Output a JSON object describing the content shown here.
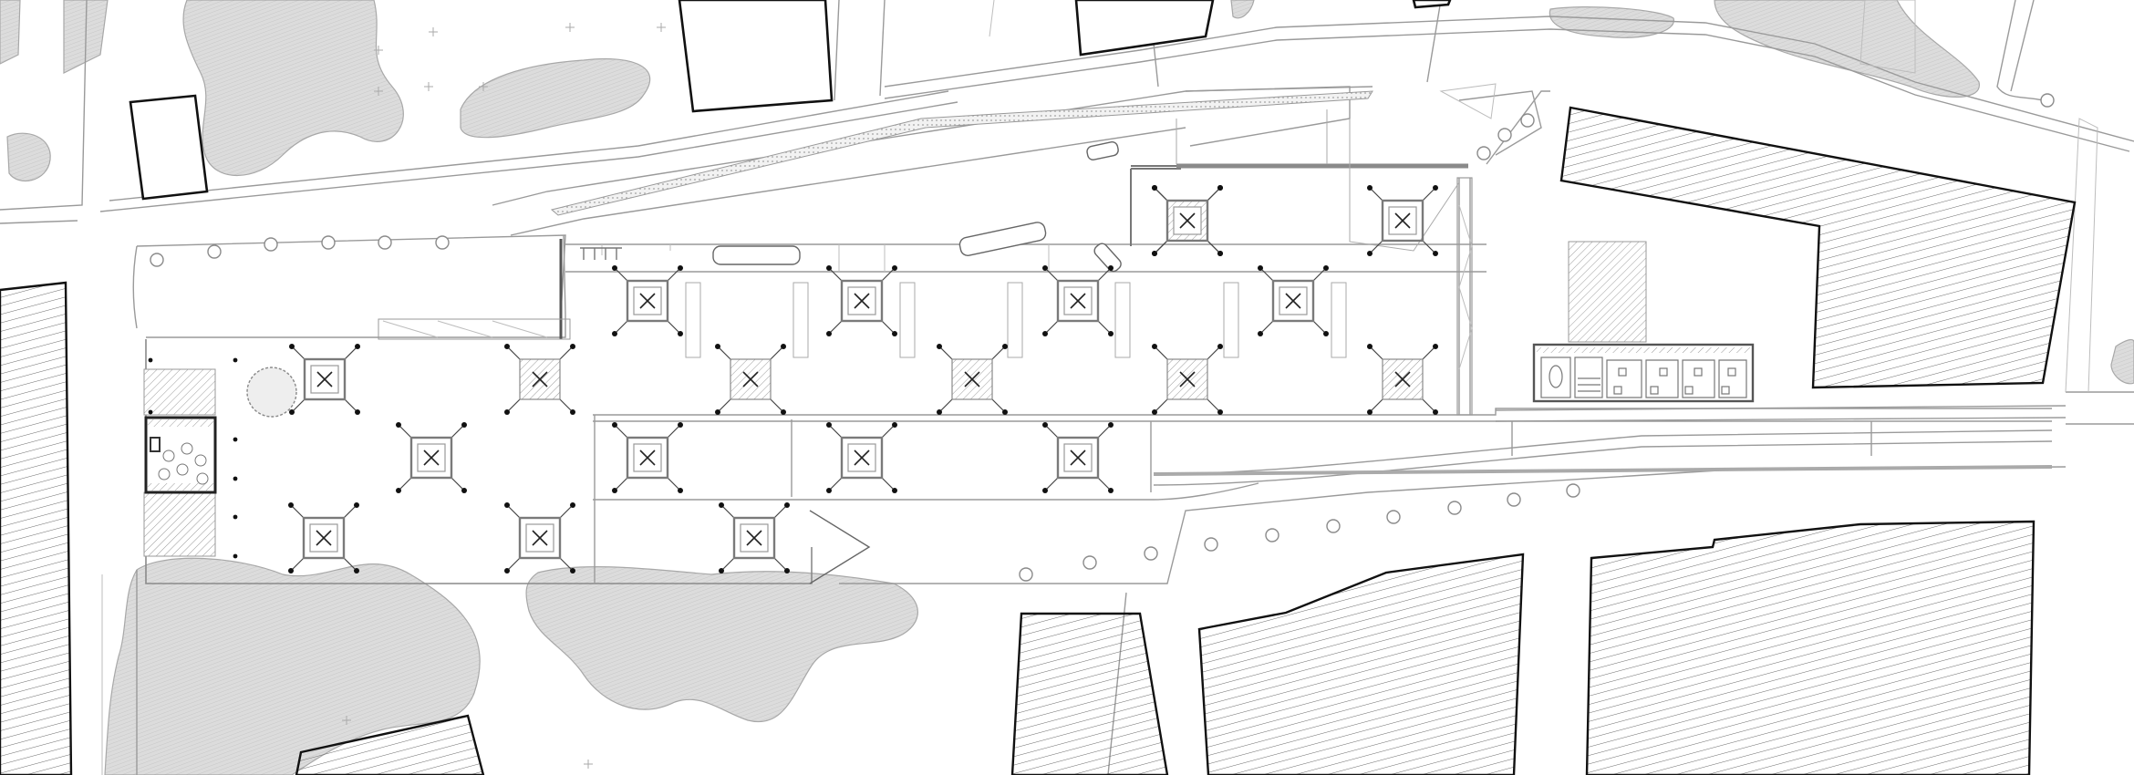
{
  "drawing": {
    "type": "site-plan",
    "has_text_labels": false,
    "colors": {
      "background": "#ffffff",
      "linework": "#9a9a9a",
      "building_outline": "#111111",
      "vegetation": "#d6d6d6"
    },
    "canopy_modules": [
      {
        "id": "c1",
        "style": "framed"
      },
      {
        "id": "c2",
        "style": "framed"
      },
      {
        "id": "c3",
        "style": "framed"
      },
      {
        "id": "c4",
        "style": "framed"
      },
      {
        "id": "c5",
        "style": "framed"
      },
      {
        "id": "c6",
        "style": "framed"
      },
      {
        "id": "c7",
        "style": "hatched"
      },
      {
        "id": "c8",
        "style": "hatched"
      },
      {
        "id": "c9",
        "style": "hatched"
      },
      {
        "id": "c10",
        "style": "hatched"
      },
      {
        "id": "c11",
        "style": "hatched"
      },
      {
        "id": "c12",
        "style": "hatched"
      },
      {
        "id": "c13",
        "style": "framed"
      },
      {
        "id": "c14",
        "style": "framed"
      },
      {
        "id": "c15",
        "style": "framed"
      },
      {
        "id": "c16",
        "style": "framed"
      },
      {
        "id": "c17",
        "style": "framed"
      },
      {
        "id": "c18",
        "style": "framed"
      },
      {
        "id": "c19",
        "style": "framed"
      },
      {
        "id": "c20",
        "style": "framed"
      }
    ]
  }
}
